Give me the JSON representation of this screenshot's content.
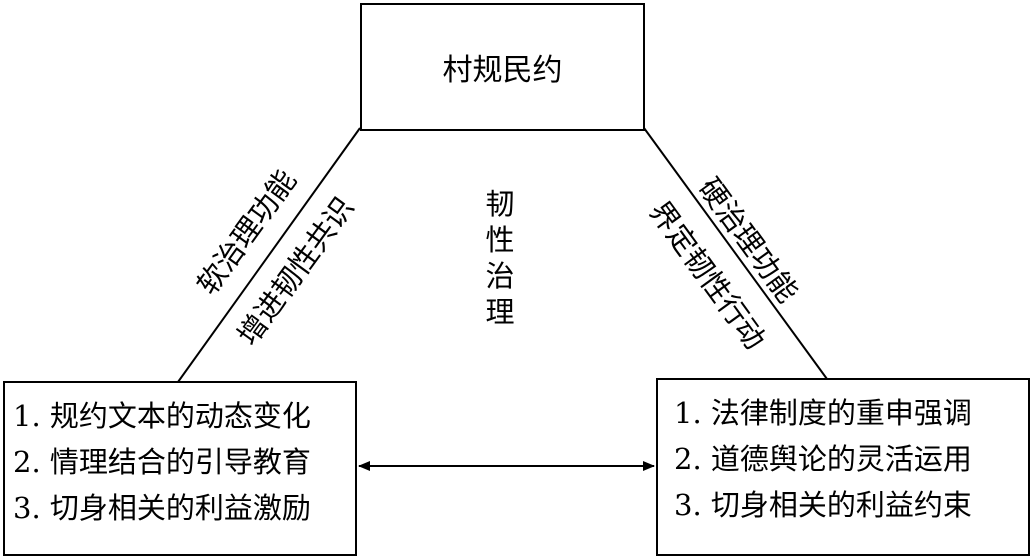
{
  "top_node": {
    "label": "村规民约"
  },
  "left_node": {
    "items": [
      "1. 规约文本的动态变化",
      "2. 情理结合的引导教育",
      "3. 切身相关的利益激励"
    ]
  },
  "right_node": {
    "items": [
      "1. 法律制度的重申强调",
      "2. 道德舆论的灵活运用",
      "3. 切身相关的利益约束"
    ]
  },
  "left_edge": {
    "outer_label": "软治理功能",
    "inner_label": "增进韧性共识"
  },
  "right_edge": {
    "outer_label": "硬治理功能",
    "inner_label": "界定韧性行动"
  },
  "center": {
    "chars": [
      "韧",
      "性",
      "治",
      "理"
    ]
  }
}
